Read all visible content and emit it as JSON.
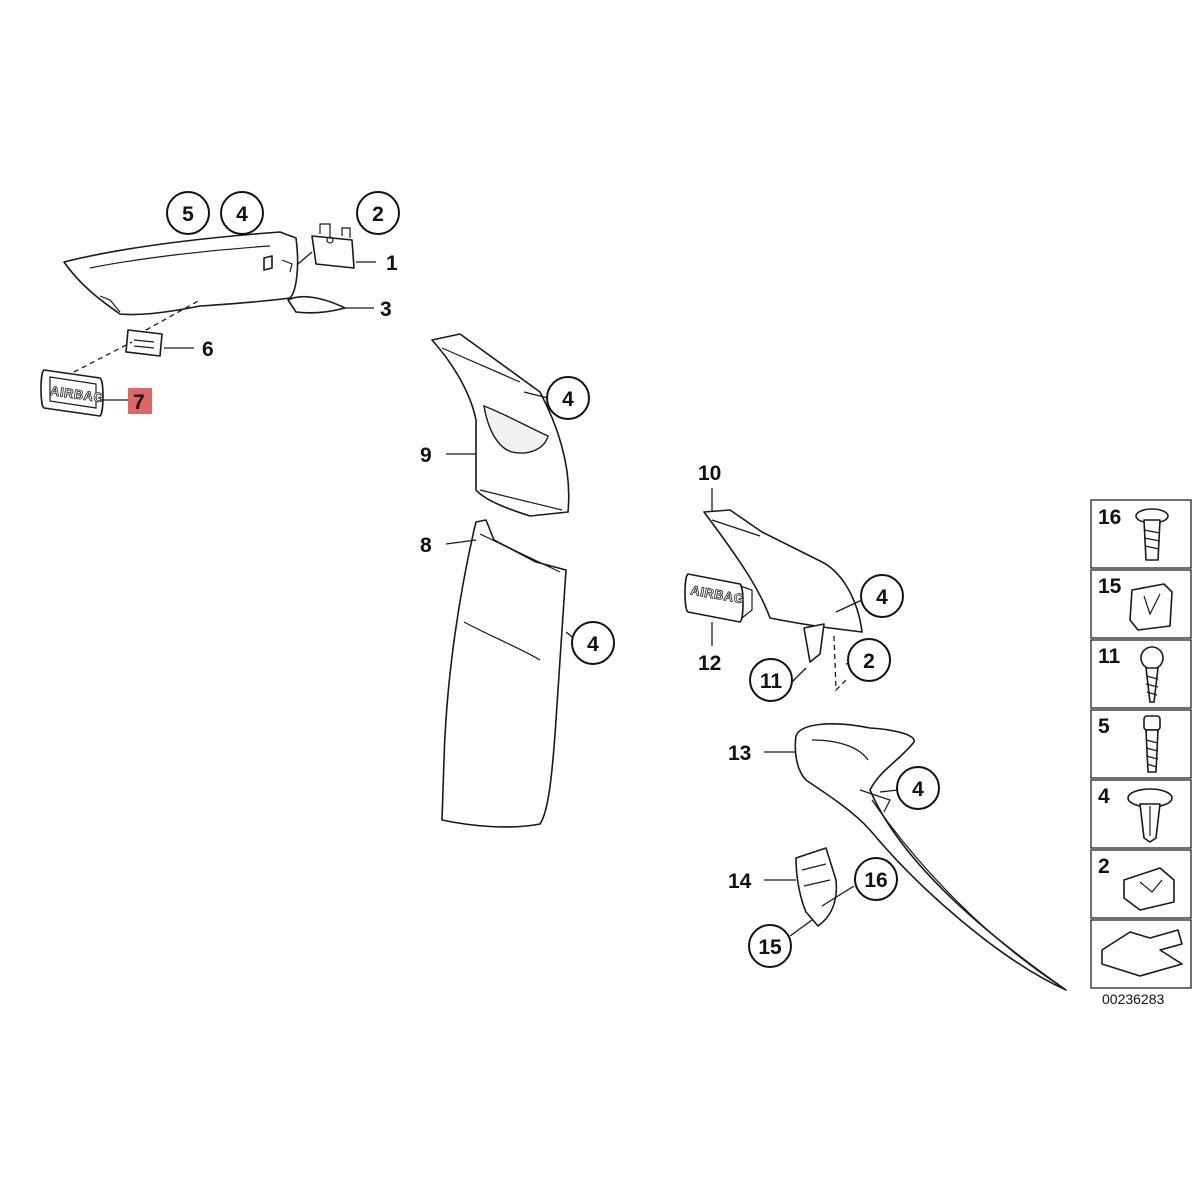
{
  "parts": {
    "p1": "1",
    "p2": "2",
    "p3": "3",
    "p4": "4",
    "p5": "5",
    "p6": "6",
    "p7": "7",
    "p8": "8",
    "p9": "9",
    "p10": "10",
    "p11": "11",
    "p12": "12",
    "p13": "13",
    "p14": "14",
    "p15": "15",
    "p16": "16"
  },
  "airbag_text": "AIRBAG",
  "diagram_id": "00236283",
  "highlighted_part": "7",
  "highlight_color": "#e06666",
  "legend": [
    "16",
    "15",
    "11",
    "5",
    "4",
    "2"
  ]
}
